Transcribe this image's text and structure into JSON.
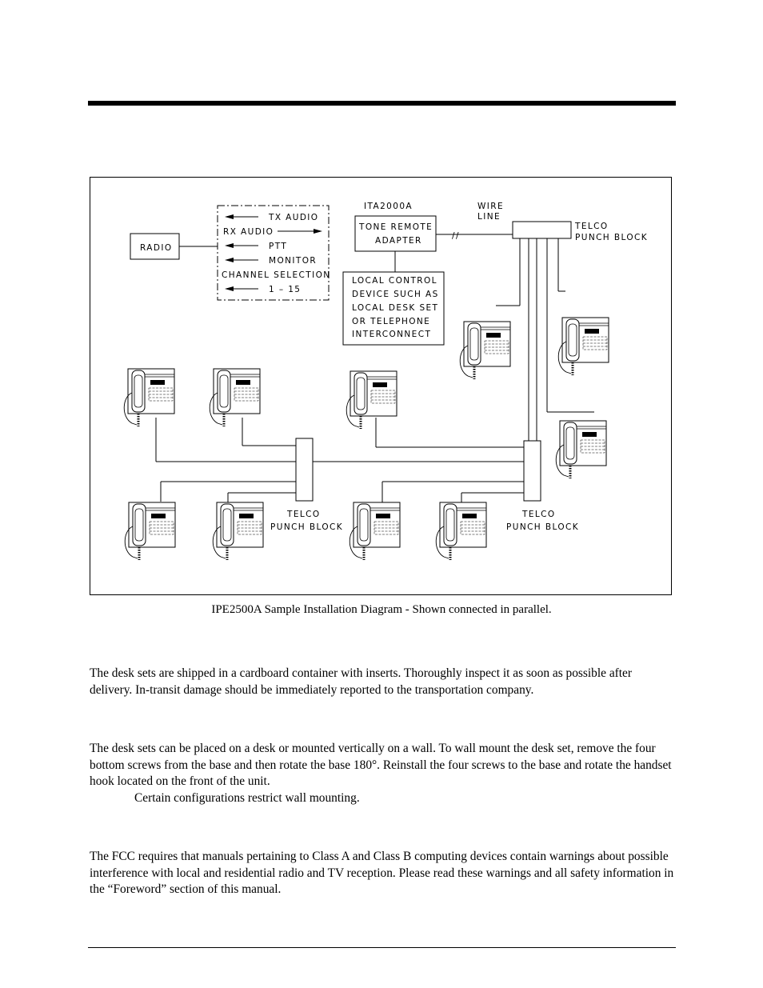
{
  "diagram": {
    "radio_label": "RADIO",
    "signals": {
      "tx_audio": "TX AUDIO",
      "rx_audio": "RX AUDIO",
      "ptt": "PTT",
      "monitor": "MONITOR",
      "channel_selection": "CHANNEL SELECTION",
      "channel_range": "1 – 15"
    },
    "adapter_model": "ITA2000A",
    "adapter_line1": "TONE REMOTE",
    "adapter_line2": "ADAPTER",
    "wire_line1": "WIRE",
    "wire_line2": "LINE",
    "wire_break": "//",
    "local_control": [
      "LOCAL CONTROL",
      "DEVICE SUCH AS",
      "LOCAL DESK SET",
      "OR TELEPHONE",
      "INTERCONNECT"
    ],
    "telco_top": [
      "TELCO",
      "PUNCH BLOCK"
    ],
    "telco_left": [
      "TELCO",
      "PUNCH BLOCK"
    ],
    "telco_right": [
      "TELCO",
      "PUNCH BLOCK"
    ],
    "desk_set_icon": "desk-phone-icon"
  },
  "caption": "IPE2500A Sample Installation Diagram - Shown connected in parallel.",
  "paragraphs": {
    "inspection": "The desk sets are shipped in a cardboard container with inserts.  Thoroughly inspect it as soon as possible after delivery.  In-transit damage should be immediately reported to the transportation company.",
    "mounting": "The desk sets can be placed on a desk or mounted vertically on a wall.  To wall mount the desk set, remove the four bottom screws from the base and then rotate the base 180°.  Reinstall the four screws to the base and rotate the handset hook located on the front of the unit.",
    "mounting_note": "Certain configurations restrict wall mounting.",
    "fcc": "The FCC requires that manuals pertaining to Class A and Class B computing devices contain warnings about possible interference with local and residential radio and TV reception.  Please read these warnings and all safety information in the “Foreword” section of this manual."
  }
}
